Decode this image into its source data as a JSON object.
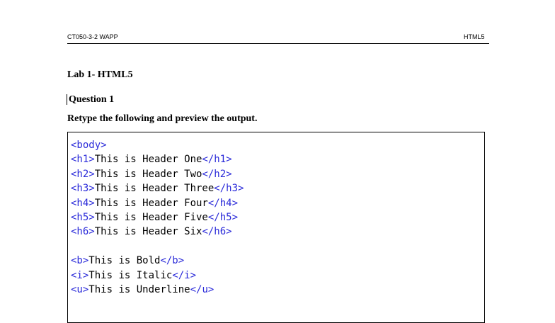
{
  "header": {
    "left": "CT050-3-2 WAPP",
    "right": "HTML5"
  },
  "lab_title": "Lab 1- HTML5",
  "question": "Question 1",
  "instruction": "Retype the following and preview the output.",
  "code_lines": [
    {
      "open": "<body>",
      "text": "",
      "close": ""
    },
    {
      "open": "<h1>",
      "text": "This is Header One",
      "close": "</h1>"
    },
    {
      "open": "<h2>",
      "text": "This is Header Two",
      "close": "</h2>"
    },
    {
      "open": "<h3>",
      "text": "This is Header Three",
      "close": "</h3>"
    },
    {
      "open": "<h4>",
      "text": "This is Header Four",
      "close": "</h4>"
    },
    {
      "open": "<h5>",
      "text": "This is Header Five",
      "close": "</h5>"
    },
    {
      "open": "<h6>",
      "text": "This is Header Six",
      "close": "</h6>"
    },
    {
      "open": "",
      "text": "",
      "close": ""
    },
    {
      "open": "<b>",
      "text": "This is Bold",
      "close": "</b>"
    },
    {
      "open": "<i>",
      "text": "This is Italic",
      "close": "</i>"
    },
    {
      "open": "<u>",
      "text": "This is Underline",
      "close": "</u>"
    }
  ]
}
